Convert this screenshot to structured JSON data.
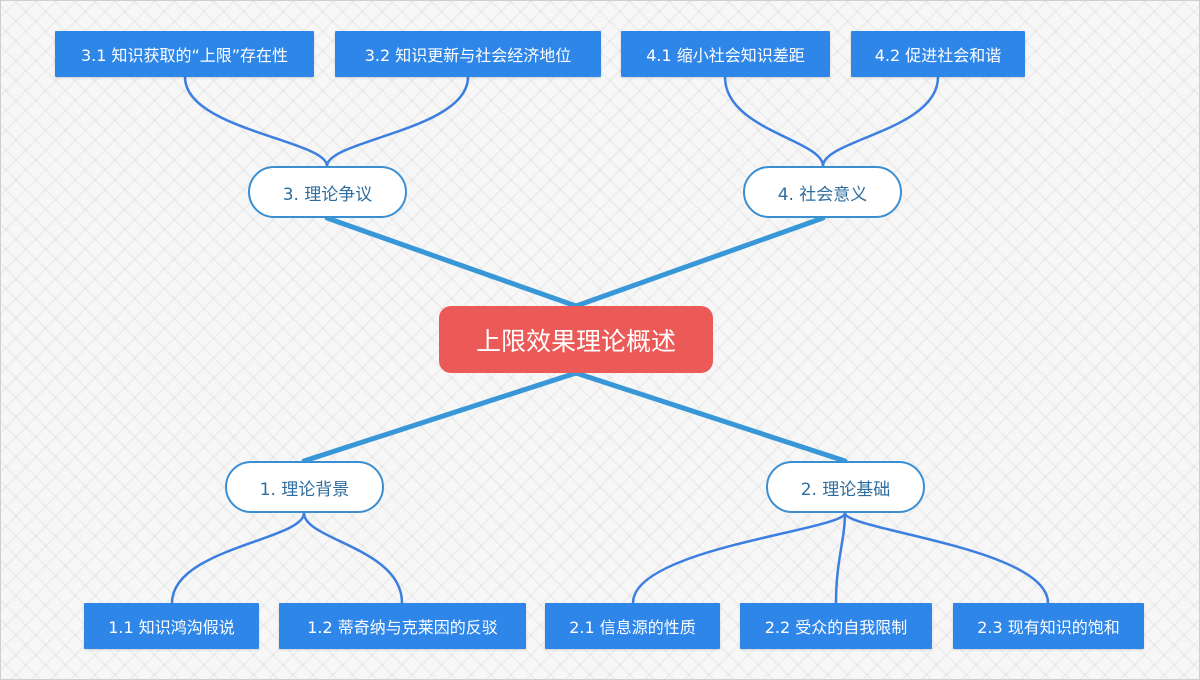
{
  "center": {
    "label": "上限效果理论概述"
  },
  "branches": {
    "background": {
      "label": "1. 理论背景",
      "children": [
        "1.1 知识鸿沟假说",
        "1.2 蒂奇纳与克莱因的反驳"
      ]
    },
    "foundation": {
      "label": "2. 理论基础",
      "children": [
        "2.1 信息源的性质",
        "2.2 受众的自我限制",
        "2.3 现有知识的饱和"
      ]
    },
    "controversy": {
      "label": "3. 理论争议",
      "children": [
        "3.1 知识获取的“上限”存在性",
        "3.2 知识更新与社会经济地位"
      ]
    },
    "significance": {
      "label": "4. 社会意义",
      "children": [
        "4.1 缩小社会知识差距",
        "4.2 促进社会和谐"
      ]
    }
  },
  "colors": {
    "center": "#ec5a57",
    "leaf": "#2f86e9",
    "pill_border": "#3a8fd3",
    "trunk_line": "#3897d7",
    "leaf_line": "#3d7fe0"
  }
}
